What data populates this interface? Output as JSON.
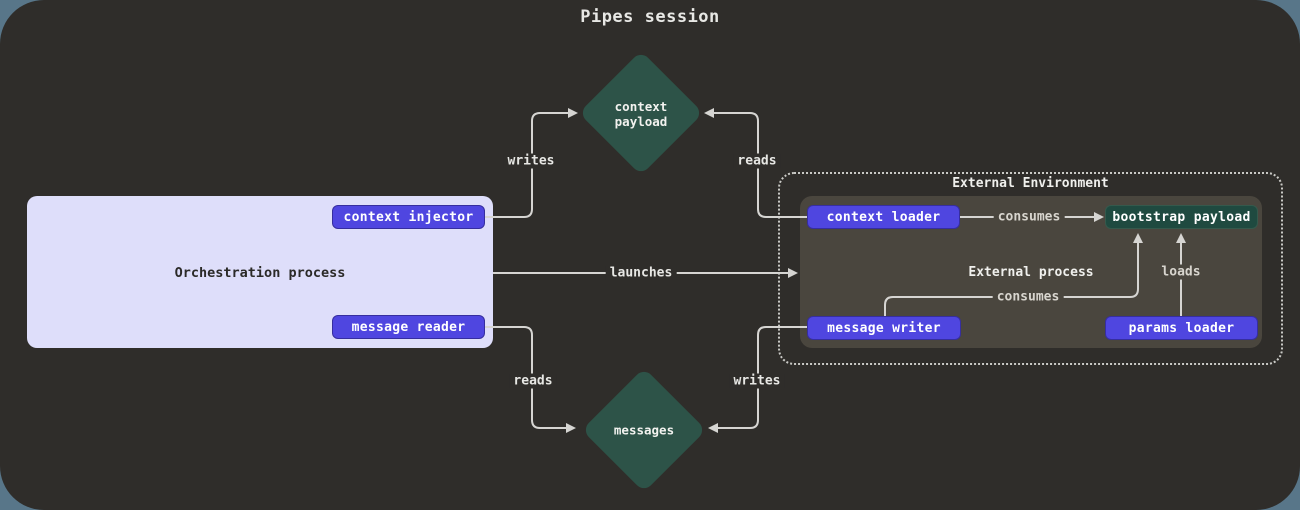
{
  "title": "Pipes session",
  "orchestration": {
    "title": "Orchestration process",
    "context_injector": "context injector",
    "message_reader": "message reader"
  },
  "external": {
    "title": "External Environment",
    "process_title": "External process",
    "context_loader": "context loader",
    "bootstrap_payload": "bootstrap payload",
    "message_writer": "message writer",
    "params_loader": "params loader"
  },
  "nodes": {
    "context_payload": "context\npayload",
    "messages": "messages"
  },
  "edge_labels": {
    "writes_top": "writes",
    "reads_top": "reads",
    "launches": "launches",
    "reads_bottom": "reads",
    "writes_bottom": "writes",
    "consumes_top": "consumes",
    "consumes_bottom": "consumes",
    "loads": "loads"
  },
  "colors": {
    "page_background": "#587689",
    "canvas": "#2f2d2a",
    "accent_purple": "#4f46e0",
    "node_teal": "#2d5348",
    "bootstrap_teal": "#1f4a40",
    "orchestration_fill": "#dedefa",
    "external_process_fill": "#4a463e",
    "line": "#d6d5d2"
  }
}
